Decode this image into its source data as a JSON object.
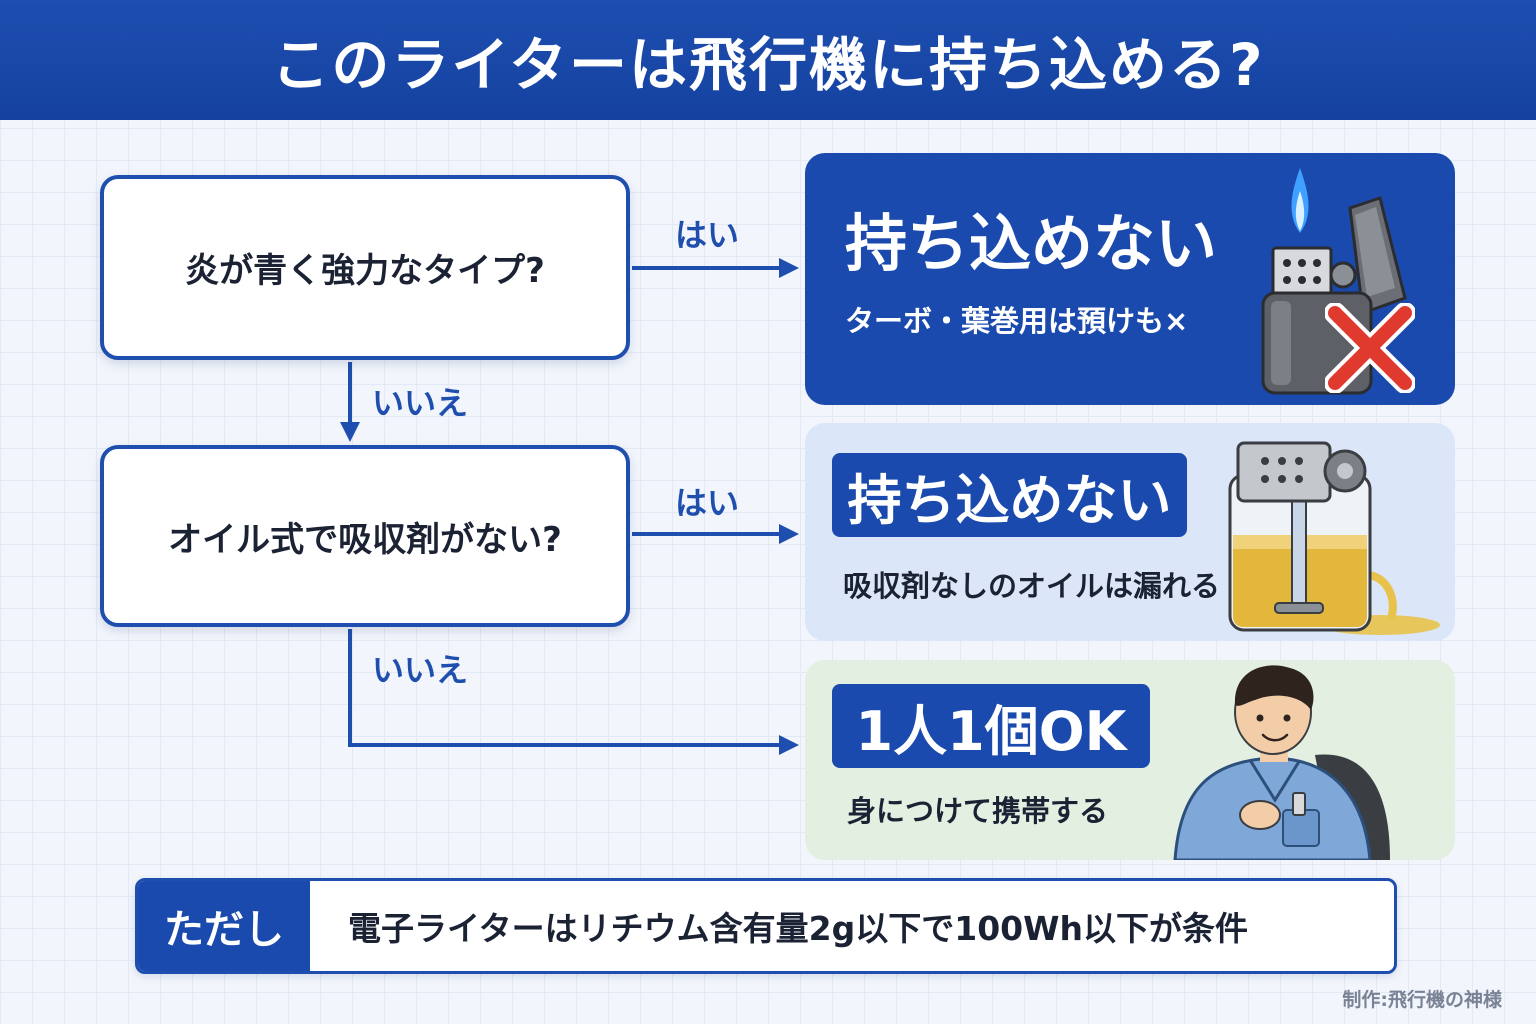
{
  "header": {
    "title": "このライターは飛行機に持ち込める?"
  },
  "flow": {
    "q1": "炎が青く強力なタイプ?",
    "q2": "オイル式で吸収剤がない?",
    "yes_label": "はい",
    "no_label": "いいえ"
  },
  "results": {
    "r1": {
      "title": "持ち込めない",
      "sub": "ターボ・葉巻用は預けも×"
    },
    "r2": {
      "title": "持ち込めない",
      "sub": "吸収剤なしのオイルは漏れる"
    },
    "r3": {
      "title": "1人1個OK",
      "sub": "身につけて携帯する"
    }
  },
  "note": {
    "label": "ただし",
    "text": "電子ライターはリチウム含有量2g以下で100Wh以下が条件"
  },
  "credit": "制作:飛行機の神様",
  "colors": {
    "primary": "#1a4aad",
    "header": "#1d4eb0",
    "result_light_blue": "#dbe7f8",
    "result_light_green": "#e2efe1",
    "cross": "#e03a2f"
  },
  "icons": [
    "torch-lighter-icon",
    "red-cross-icon",
    "oil-lighter-icon",
    "person-with-lighter-icon"
  ]
}
